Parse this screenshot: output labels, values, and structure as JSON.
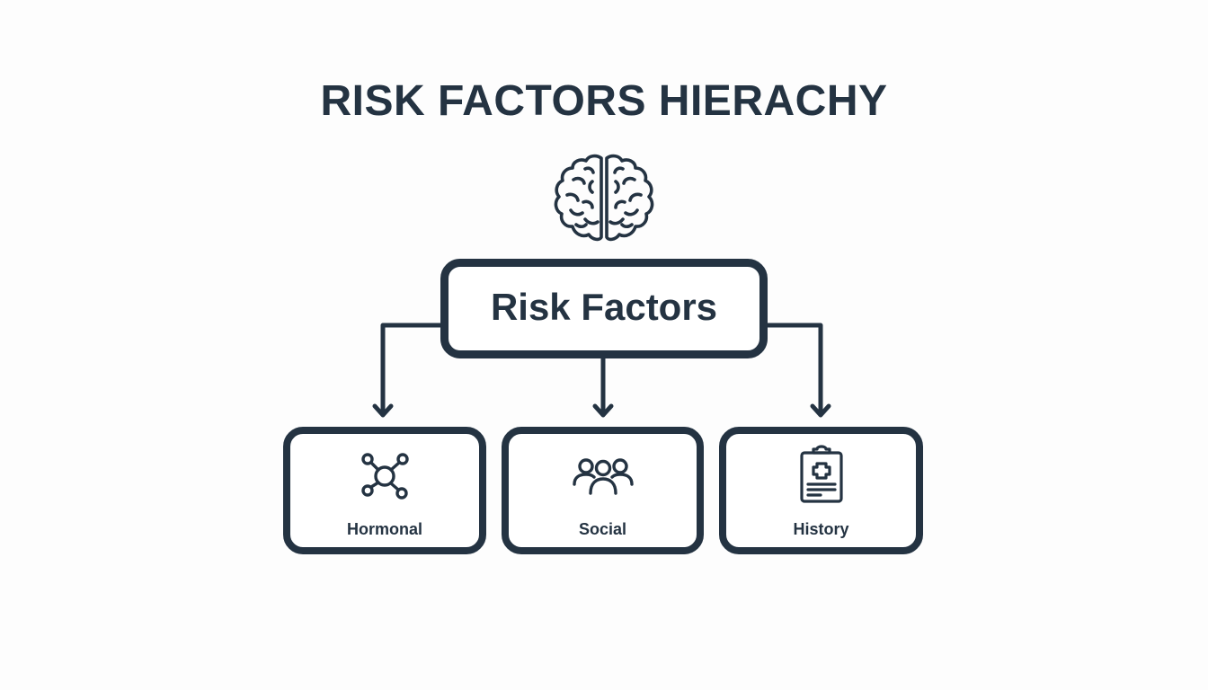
{
  "diagram": {
    "title": "RISK FACTORS HIERACHY",
    "top_icon": "brain-icon",
    "root": {
      "label": "Risk Factors"
    },
    "children": [
      {
        "label": "Hormonal",
        "icon": "molecule-network-icon"
      },
      {
        "label": "Social",
        "icon": "people-group-icon"
      },
      {
        "label": "History",
        "icon": "medical-clipboard-icon"
      }
    ],
    "edges": [
      {
        "from": "Risk Factors",
        "to": "Hormonal"
      },
      {
        "from": "Risk Factors",
        "to": "Social"
      },
      {
        "from": "Risk Factors",
        "to": "History"
      }
    ]
  },
  "colors": {
    "background": "#fdfdfd",
    "stroke": "#243342",
    "box_fill": "#ffffff"
  }
}
